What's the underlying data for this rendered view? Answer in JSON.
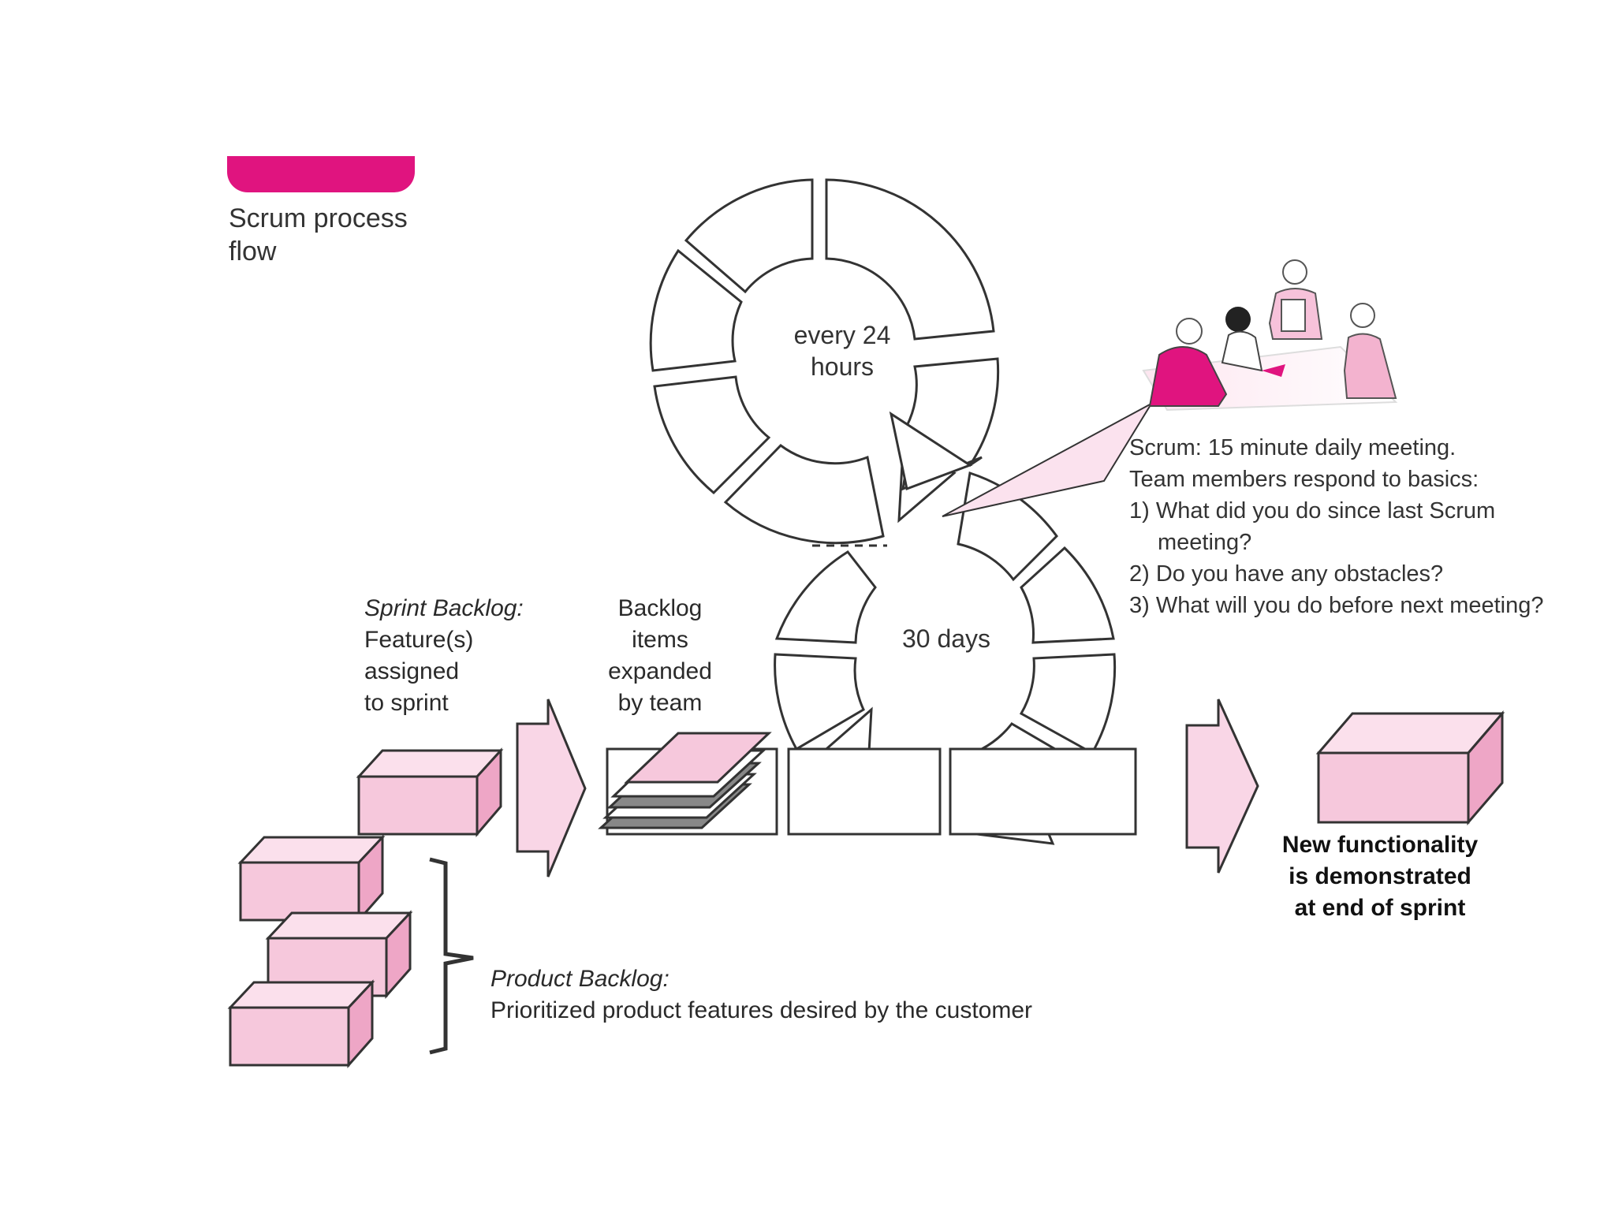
{
  "figure": {
    "caption": "Scrum process\nflow"
  },
  "cycles": {
    "daily": {
      "label": "every 24\nhours"
    },
    "sprint": {
      "label": "30 days"
    }
  },
  "sprint_backlog": {
    "title": "Sprint Backlog:",
    "lines": [
      "Feature(s)",
      "assigned",
      "to sprint"
    ]
  },
  "backlog_items": {
    "lines": [
      "Backlog",
      "items",
      "expanded",
      "by team"
    ]
  },
  "scrum_meeting": {
    "line1": "Scrum: 15 minute daily meeting.",
    "line2": "Team members respond to basics:",
    "questions": [
      "1) What did you do since last Scrum meeting?",
      "2) Do you have any obstacles?",
      "3) What will you do before next meeting?"
    ]
  },
  "product_backlog": {
    "title": "Product Backlog:",
    "description": "Prioritized product features desired by the customer"
  },
  "result": {
    "lines": [
      "New functionality",
      "is demonstrated",
      "at end of sprint"
    ]
  },
  "colors": {
    "accent": "#e0147f",
    "box_front": "#f6c8dc",
    "box_top": "#fbe0ec",
    "box_side": "#eea6c6",
    "arrow_fill": "#f9d6e6",
    "outline": "#333333"
  }
}
